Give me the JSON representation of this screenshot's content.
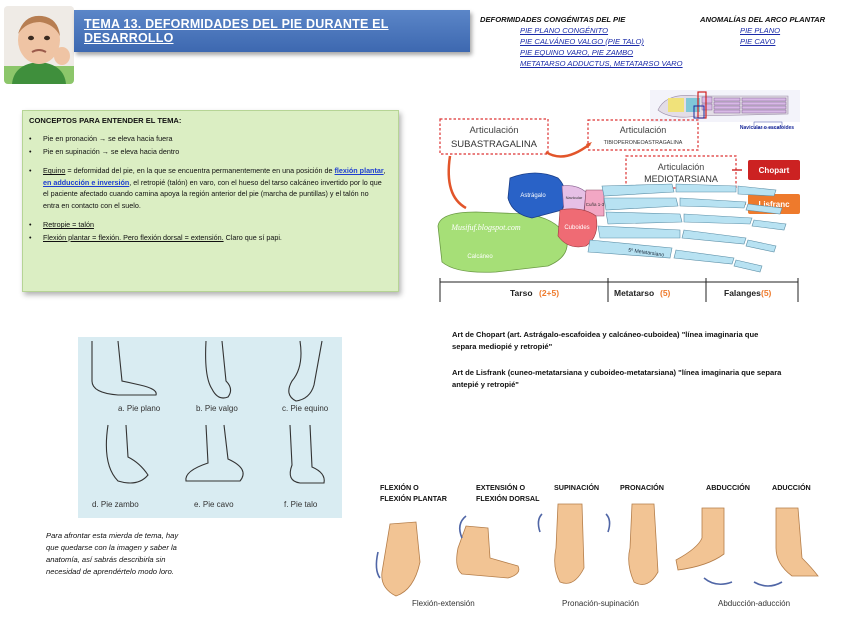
{
  "header": {
    "title": "TEMA 13. DEFORMIDADES DEL PIE DURANTE EL DESARROLLO"
  },
  "congenital": {
    "heading": "DEFORMIDADES CONGÉNITAS DEL PIE",
    "items": [
      "PIE PLANO CONGÉNITO",
      "PIE CALVÁNEO VALGO (PIE TALO)",
      "PIE EQUINO VARO, PIE ZAMBO",
      "METATARSO ADDUCTUS, METATARSO VARO"
    ]
  },
  "arch": {
    "heading": "ANOMALÍAS DEL ARCO PLANTAR",
    "items": [
      "PIE PLANO",
      "PIE CAVO"
    ]
  },
  "concepts": {
    "title": "CONCEPTOS PARA ENTENDER EL TEMA:",
    "b1": "Pie en pronación → se eleva hacia fuera",
    "b2": "Pie en supinación → se eleva hacia dentro",
    "equino_term": "Equino",
    "equino_a": " = deformidad del pie, en la que se encuentra permanentemente en una posición de ",
    "equino_link1": "flexión plantar",
    "equino_sep": ", ",
    "equino_link2": "en adducción e inversión",
    "equino_b": ", el retropié (talón) en varo, con el hueso del tarso calcáneo invertido por lo que el paciente afectado cuando camina apoya la región anterior del pie (marcha de puntillas) y el talón no entra en contacto con el suelo.",
    "retropie": "Retropie = talón",
    "flexion_term": "Flexión plantar = flexión. Pero flexión dorsal = extensión.",
    "flexion_rest": " Claro que sí papi."
  },
  "anatomy": {
    "subastragalina": [
      "Articulación",
      "SUBASTRAGALINA"
    ],
    "tibio": [
      "Articulación",
      "TIBIOPERONEOASTRAGALINA"
    ],
    "mediotarsiana": [
      "Articulación",
      "MEDIOTARSIANA"
    ],
    "chopart": "Chopart",
    "lisfranc": "Lisfranc",
    "navicular": "Navicular o escafoides",
    "astragalo": "Astrágalo",
    "navicular_short": "Navicular",
    "cuboides": "Cuboides",
    "cuba": "Cuña 1-3",
    "calcaneo": "Calcáneo",
    "metatarsianos": "5º Metatarsiano",
    "watermark": "Musifuf.blogspot.com",
    "tarso": "Tarso",
    "tarso_n": "(2+5)",
    "metatarso": "Metatarso",
    "metatarso_n": "(5)",
    "falanges": "Falanges",
    "falanges_n": "(5)",
    "colors": {
      "navy": "#1b2f6b",
      "red": "#cc2222",
      "orange": "#ee7a2c"
    }
  },
  "articulations": {
    "chopart": "Art de Chopart (art. Astrágalo-escafoidea y calcáneo-cuboidea) \"línea imaginaria que separa mediopié y retropié\"",
    "lisfranc": "Art de Lisfrank (cuneo-metatarsiana y cuboideo-metatarsiana) \"línea imaginaria que separa antepié y retropié\""
  },
  "foot_types": [
    "a. Pie plano",
    "b. Pie valgo",
    "c. Pie equino",
    "d. Pie zambo",
    "e. Pie cavo",
    "f. Pie talo"
  ],
  "note": "Para afrontar esta mierda de tema, hay que quedarse con la imagen y saber la anatomía, así sabrás describirla sin necesidad de aprendértelo modo loro.",
  "movements": {
    "flexion": [
      "FLEXIÓN O",
      "FLEXIÓN PLANTAR"
    ],
    "extension": [
      "EXTENSIÓN O",
      "FLEXIÓN DORSAL"
    ],
    "supinacion": "SUPINACIÓN",
    "pronacion": "PRONACIÓN",
    "abduccion": "ABDUCCIÓN",
    "aduccion": "ADUCCIÓN",
    "cap1": "Flexión-extensión",
    "cap2": "Pronación-supinación",
    "cap3": "Abducción-aducción"
  }
}
